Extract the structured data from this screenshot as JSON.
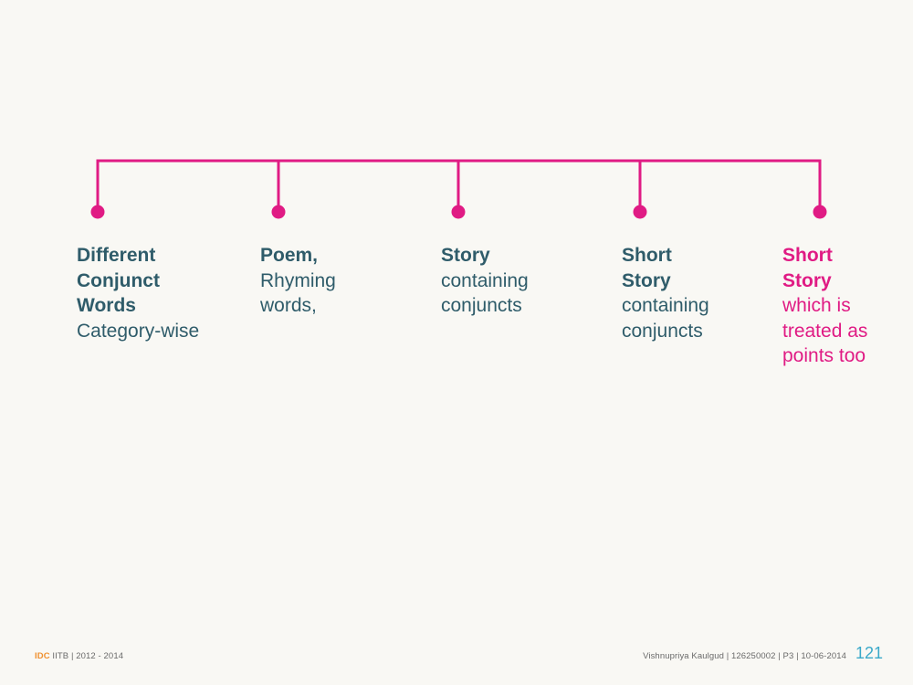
{
  "diagram": {
    "line_color": "#e01b84",
    "nodes": [
      {
        "title": "Different Conjunct Words",
        "title_lines": [
          "Different",
          "Conjunct",
          "Words"
        ],
        "desc_lines": [
          "Category-wise"
        ],
        "highlight": false
      },
      {
        "title": "Poem,",
        "title_lines": [
          "Poem,"
        ],
        "desc_lines": [
          "Rhyming",
          "words,"
        ],
        "highlight": false
      },
      {
        "title": "Story",
        "title_lines": [
          "Story"
        ],
        "desc_lines": [
          "containing",
          "conjuncts"
        ],
        "highlight": false
      },
      {
        "title": "Short Story",
        "title_lines": [
          "Short",
          "Story"
        ],
        "desc_lines": [
          "containing",
          "conjuncts"
        ],
        "highlight": false
      },
      {
        "title": "Short Story",
        "title_lines": [
          "Short",
          "Story"
        ],
        "desc_lines": [
          "which is",
          "treated as",
          "points too"
        ],
        "highlight": true
      }
    ]
  },
  "footer": {
    "brand": "IDC",
    "left_text": " IITB | 2012 - 2014",
    "right_text": "Vishnupriya Kaulgud | 126250002  | P3 | 10-06-2014",
    "page_number": "121"
  },
  "colors": {
    "background": "#f9f8f4",
    "text": "#2f5c6a",
    "accent": "#e01b84",
    "brand": "#f0902e",
    "page_number": "#3aa9c9"
  }
}
